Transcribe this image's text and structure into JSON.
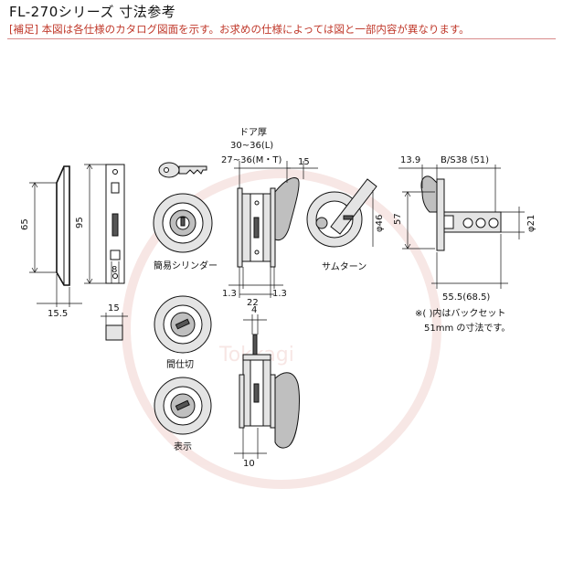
{
  "header": {
    "title": "FL-270シリーズ 寸法参考",
    "note_tag": "[補足]",
    "note_text": " 本図は各仕様のカタログ図面を示す。お求めの仕様によっては図と一部内容が異なります。"
  },
  "watermark": "Tokkagi",
  "labels": {
    "cylinder": "簡易シリンダー",
    "thumbturn": "サムターン",
    "privacy": "間仕切",
    "indicator": "表示",
    "door_thickness": "ドア厚",
    "door_range_l": "30~36(L)",
    "door_range_mt": "27~36(M・T)",
    "note_line1": "※(  )内はバックセット",
    "note_line2": "51mm の寸法です。"
  },
  "dims": {
    "d65": "65",
    "d95": "95",
    "d15_5": "15.5",
    "d8": "8",
    "d15a": "15",
    "d15b": "15",
    "d1_3a": "1.3",
    "d22": "22",
    "d1_3b": "1.3",
    "d4": "4",
    "d10": "10",
    "d46": "φ46",
    "d13_9": "13.9",
    "dbs": "B/S38 (51)",
    "d57": "57",
    "d21": "φ21",
    "d55_5": "55.5(68.5)"
  }
}
